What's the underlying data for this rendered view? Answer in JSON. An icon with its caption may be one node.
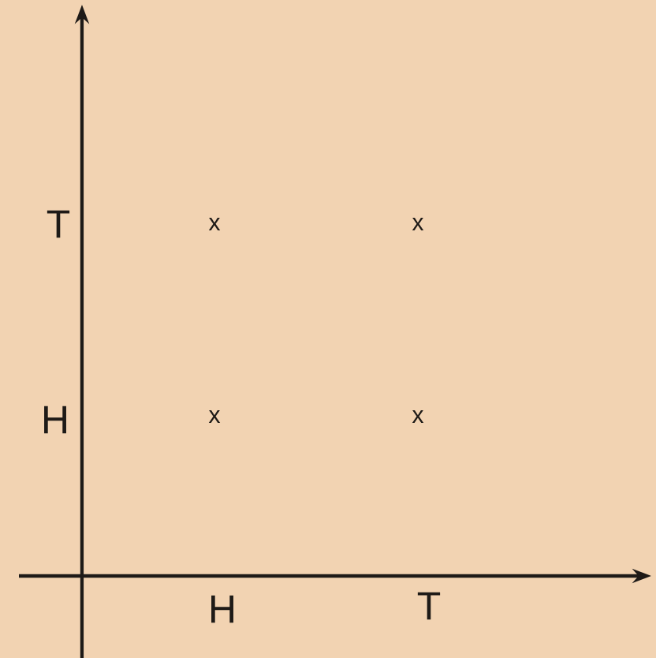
{
  "diagram": {
    "labels": [
      "T",
      "x",
      "x",
      "H",
      "x",
      "x",
      "H",
      "T"
    ]
  }
}
